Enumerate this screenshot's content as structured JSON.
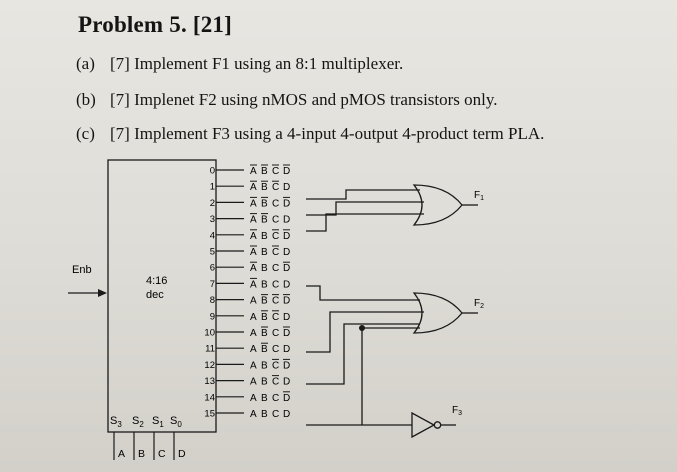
{
  "problem": {
    "title": "Problem 5. [21]",
    "parts": [
      {
        "label": "(a)",
        "text": "[7] Implement F1 using an 8:1 multiplexer."
      },
      {
        "label": "(b)",
        "text": "[7] Implenet F2 using nMOS and pMOS transistors only."
      },
      {
        "label": "(c)",
        "text": "[7] Implement F3 using a 4-input 4-output 4-product term PLA."
      }
    ]
  },
  "circuit": {
    "decoder_label_line1": "4:16",
    "decoder_label_line2": "dec",
    "enable_label": "Enb",
    "select_labels": [
      "S3",
      "S2",
      "S1",
      "S0"
    ],
    "input_labels": [
      "A",
      "B",
      "C",
      "D"
    ],
    "output_numbers": [
      "0",
      "1",
      "2",
      "3",
      "4",
      "5",
      "6",
      "7",
      "8",
      "9",
      "10",
      "11",
      "12",
      "13",
      "14",
      "15"
    ],
    "minterms": [
      {
        "letters": [
          "A",
          "B",
          "C",
          "D"
        ],
        "bars": [
          true,
          true,
          true,
          true
        ]
      },
      {
        "letters": [
          "A",
          "B",
          "C",
          "D"
        ],
        "bars": [
          true,
          true,
          true,
          false
        ]
      },
      {
        "letters": [
          "A",
          "B",
          "C",
          "D"
        ],
        "bars": [
          true,
          true,
          false,
          true
        ]
      },
      {
        "letters": [
          "A",
          "B",
          "C",
          "D"
        ],
        "bars": [
          true,
          true,
          false,
          false
        ]
      },
      {
        "letters": [
          "A",
          "B",
          "C",
          "D"
        ],
        "bars": [
          true,
          false,
          true,
          true
        ]
      },
      {
        "letters": [
          "A",
          "B",
          "C",
          "D"
        ],
        "bars": [
          true,
          false,
          true,
          false
        ]
      },
      {
        "letters": [
          "A",
          "B",
          "C",
          "D"
        ],
        "bars": [
          true,
          false,
          false,
          true
        ]
      },
      {
        "letters": [
          "A",
          "B",
          "C",
          "D"
        ],
        "bars": [
          true,
          false,
          false,
          false
        ]
      },
      {
        "letters": [
          "A",
          "B",
          "C",
          "D"
        ],
        "bars": [
          false,
          true,
          true,
          true
        ]
      },
      {
        "letters": [
          "A",
          "B",
          "C",
          "D"
        ],
        "bars": [
          false,
          true,
          true,
          false
        ]
      },
      {
        "letters": [
          "A",
          "B",
          "C",
          "D"
        ],
        "bars": [
          false,
          true,
          false,
          true
        ]
      },
      {
        "letters": [
          "A",
          "B",
          "C",
          "D"
        ],
        "bars": [
          false,
          true,
          false,
          false
        ]
      },
      {
        "letters": [
          "A",
          "B",
          "C",
          "D"
        ],
        "bars": [
          false,
          false,
          true,
          true
        ]
      },
      {
        "letters": [
          "A",
          "B",
          "C",
          "D"
        ],
        "bars": [
          false,
          false,
          true,
          false
        ]
      },
      {
        "letters": [
          "A",
          "B",
          "C",
          "D"
        ],
        "bars": [
          false,
          false,
          false,
          true
        ]
      },
      {
        "letters": [
          "A",
          "B",
          "C",
          "D"
        ],
        "bars": [
          false,
          false,
          false,
          false
        ]
      }
    ],
    "outputs": [
      "F1",
      "F2",
      "F3"
    ]
  }
}
